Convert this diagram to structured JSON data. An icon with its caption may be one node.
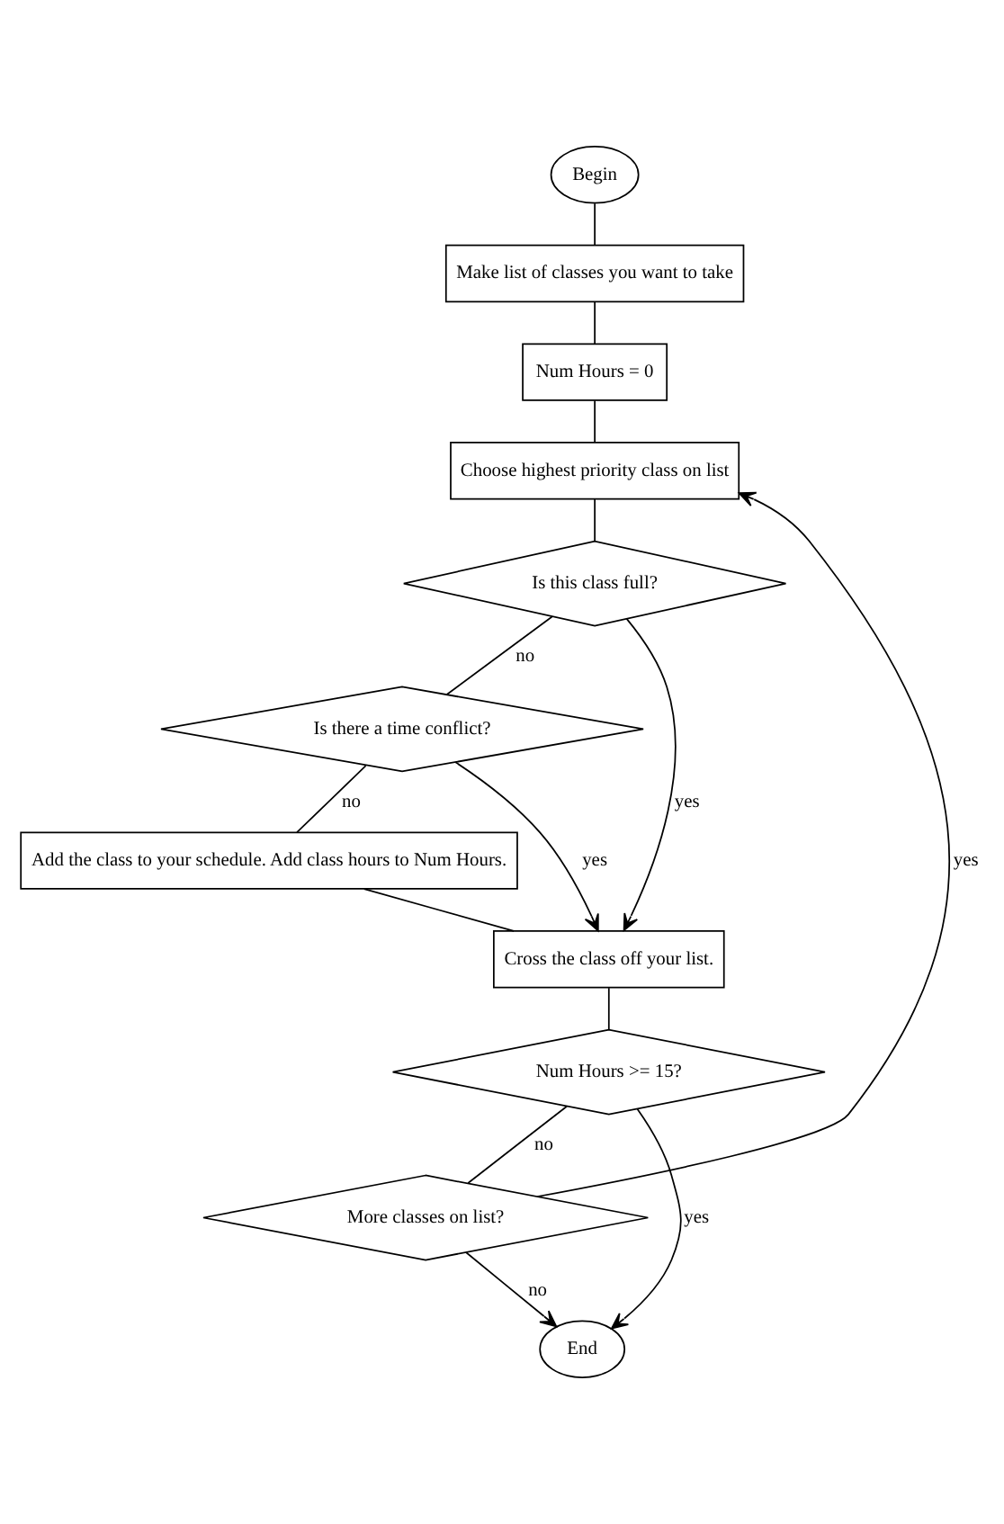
{
  "diagram": {
    "nodes": [
      {
        "text": [
          "Begin"
        ]
      },
      {
        "text": [
          "Make list of classes you want to take"
        ]
      },
      {
        "text": [
          "Num Hours = 0"
        ]
      },
      {
        "text": [
          "Choose highest priority class on list"
        ]
      },
      {
        "text": [
          "Is this class full?"
        ]
      },
      {
        "text": [
          "Is there a time conflict?"
        ]
      },
      {
        "text": [
          "Add the class to your schedule. Add class hours to Num Hours."
        ]
      },
      {
        "text": [
          "Cross the class off your list."
        ]
      },
      {
        "text": [
          "Num Hours >= 15?"
        ]
      },
      {
        "text": [
          "More classes on list?"
        ]
      },
      {
        "text": [
          "End"
        ]
      }
    ],
    "edges": [
      {
        "from": 0,
        "to": 1,
        "arrow": "none"
      },
      {
        "from": 1,
        "to": 2,
        "arrow": "none"
      },
      {
        "from": 2,
        "to": 3,
        "arrow": "none"
      },
      {
        "from": 3,
        "to": 4,
        "arrow": "none"
      },
      {
        "from": 4,
        "to": 5,
        "arrow": "none",
        "label": "no"
      },
      {
        "from": 4,
        "to": 7,
        "arrow": "to",
        "label": "yes"
      },
      {
        "from": 5,
        "to": 7,
        "arrow": "to",
        "label": "yes"
      },
      {
        "from": 5,
        "to": 6,
        "arrow": "none",
        "label": "no"
      },
      {
        "from": 6,
        "to": 7,
        "arrow": "none"
      },
      {
        "from": 7,
        "to": 8,
        "arrow": "none"
      },
      {
        "from": 8,
        "to": 10,
        "arrow": "to",
        "label": "yes"
      },
      {
        "from": 8,
        "to": 9,
        "arrow": "none",
        "label": "no"
      },
      {
        "from": 9,
        "to": 3,
        "arrow": "to",
        "label": "yes"
      },
      {
        "from": 9,
        "to": 10,
        "arrow": "to",
        "label": "no"
      }
    ]
  }
}
